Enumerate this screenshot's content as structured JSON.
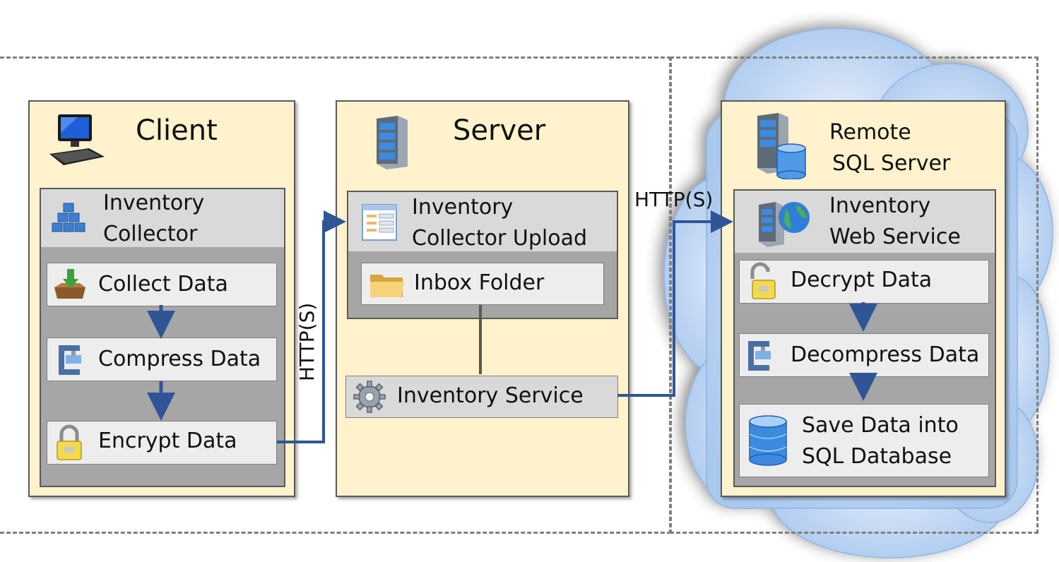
{
  "client": {
    "title": "Client",
    "collector": {
      "line1": "Inventory",
      "line2": "Collector"
    },
    "steps": [
      "Collect Data",
      "Compress Data",
      "Encrypt Data"
    ]
  },
  "server": {
    "title": "Server",
    "upload": {
      "line1": "Inventory",
      "line2": "Collector Upload"
    },
    "inbox": "Inbox Folder",
    "service": "Inventory Service"
  },
  "remote": {
    "title_line1": "Remote",
    "title_line2": "SQL Server",
    "webservice": {
      "line1": "Inventory",
      "line2": "Web Service"
    },
    "steps": [
      "Decrypt Data",
      "Decompress Data"
    ],
    "save": {
      "line1": "Save Data into",
      "line2": "SQL Database"
    }
  },
  "connections": {
    "client_to_server": "HTTP(S)",
    "server_to_remote": "HTTP(S)"
  },
  "colors": {
    "panel": "#fff2cc",
    "arrow": "#2f5597",
    "cloud": "#c5dcf5"
  }
}
